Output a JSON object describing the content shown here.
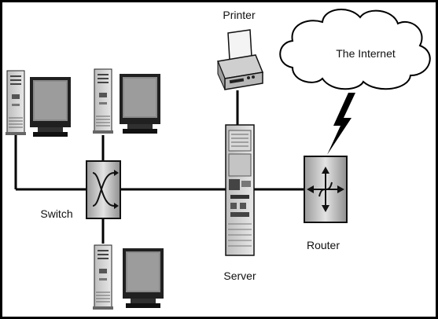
{
  "labels": {
    "printer": "Printer",
    "internet": "The Internet",
    "switch": "Switch",
    "server": "Server",
    "router": "Router"
  },
  "colors": {
    "background": "#ffffff",
    "frame": "#000000",
    "line": "#000000",
    "device_gray": "#c8c8c8",
    "screen": "#8a8a8a"
  }
}
